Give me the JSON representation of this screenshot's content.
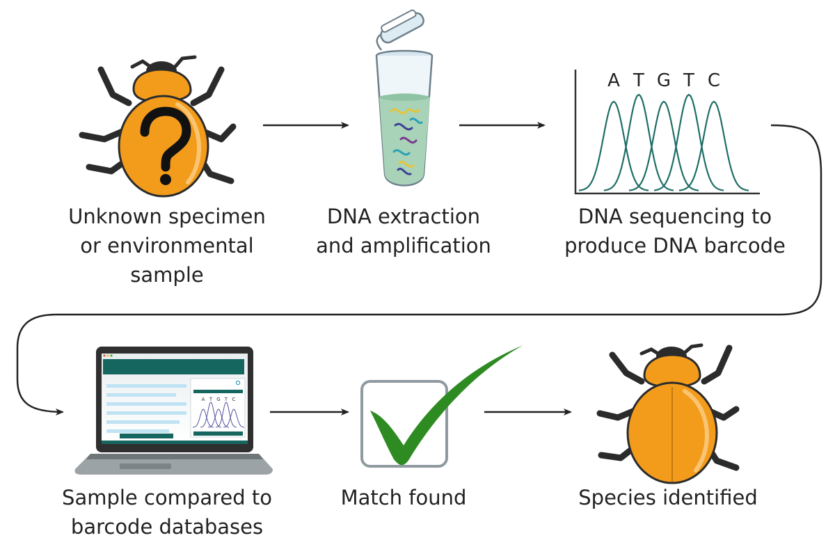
{
  "steps": [
    {
      "id": "s1",
      "lines": [
        "Unknown specimen",
        "or environmental",
        "sample"
      ]
    },
    {
      "id": "s2",
      "lines": [
        "DNA extraction",
        "and amplification"
      ]
    },
    {
      "id": "s3",
      "lines": [
        "DNA sequencing to",
        "produce DNA barcode"
      ]
    },
    {
      "id": "s4",
      "lines": [
        "Sample compared to",
        "barcode databases"
      ]
    },
    {
      "id": "s5",
      "lines": [
        "Match found"
      ]
    },
    {
      "id": "s6",
      "lines": [
        "Species identified"
      ]
    }
  ],
  "chromatogram": {
    "bases": [
      "A",
      "T",
      "G",
      "T",
      "C"
    ]
  },
  "laptop_screen": {
    "bases": [
      "A",
      "T",
      "G",
      "T",
      "C"
    ]
  },
  "colors": {
    "beetle_orange": "#F39C1C",
    "beetle_dark": "#2b2b2b",
    "teal": "#15665E",
    "curve_teal": "#1E6E66",
    "check_green": "#2E8B22",
    "tube_liquid": "#A8D3B8",
    "light_blue": "#BFE3F2",
    "arrow": "#222222"
  },
  "icons": {
    "unknown_specimen": "beetle-question-icon",
    "tube": "test-tube-icon",
    "chromatogram": "chromatogram-icon",
    "laptop": "laptop-icon",
    "match": "checkmark-icon",
    "identified": "beetle-icon"
  }
}
